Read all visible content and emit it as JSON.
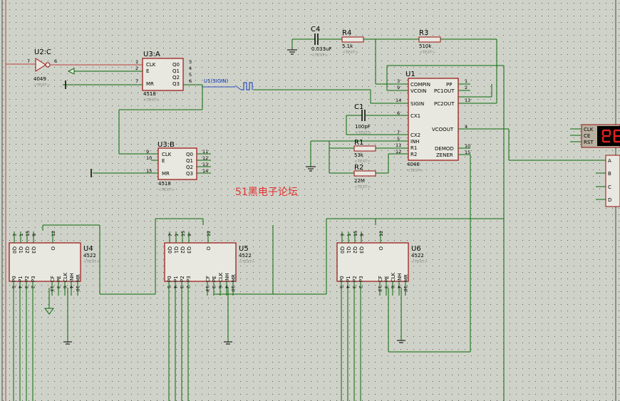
{
  "watermark": "51黑电子论坛",
  "placeholder": "<TEXT>",
  "components": {
    "u2c": {
      "ref": "U2:C",
      "type": "4049",
      "pins": [
        "7",
        "6"
      ]
    },
    "u3a": {
      "ref": "U3:A",
      "type": "4518",
      "pins_left": [
        "CLK",
        "E",
        "MR"
      ],
      "pins_right": [
        "Q0",
        "Q1",
        "Q2",
        "Q3"
      ],
      "pin_nums_left": [
        "1",
        "2",
        "7"
      ],
      "pin_nums_right": [
        "3",
        "4",
        "5",
        "6"
      ]
    },
    "u3b": {
      "ref": "U3:B",
      "type": "4518",
      "pins_left": [
        "CLK",
        "E",
        "MR"
      ],
      "pins_right": [
        "Q0",
        "Q1",
        "Q2",
        "Q3"
      ],
      "pin_nums_left": [
        "9",
        "10",
        "15"
      ],
      "pin_nums_right": [
        "11",
        "12",
        "13",
        "14"
      ]
    },
    "u1": {
      "ref": "U1",
      "type": "4046",
      "pins_left": [
        "COMPIN",
        "VCOIN",
        "SIGIN",
        "CX1",
        "CX2",
        "INH",
        "R1",
        "R2"
      ],
      "pins_right": [
        "PP",
        "PC1OUT",
        "PC2OUT",
        "VCOOUT",
        "DEMOD",
        "ZENER"
      ],
      "pin_nums_left": [
        "3",
        "9",
        "14",
        "6",
        "7",
        "5",
        "11",
        "12"
      ],
      "pin_nums_right": [
        "1",
        "2",
        "13",
        "4",
        "10",
        "15"
      ]
    },
    "c4": {
      "ref": "C4",
      "value": "0.033uF"
    },
    "c1": {
      "ref": "C1",
      "value": "100pF"
    },
    "r4": {
      "ref": "R4",
      "value": "5.1k"
    },
    "r3": {
      "ref": "R3",
      "value": "510k"
    },
    "r1": {
      "ref": "R1",
      "value": "53k"
    },
    "r2": {
      "ref": "R2",
      "value": "22M"
    },
    "signal_label": "U1(SIGIN)",
    "display": {
      "pins": [
        "CLK",
        "CE",
        "RST"
      ]
    },
    "decoder": {
      "pins": [
        "A",
        "B",
        "C",
        "D"
      ]
    },
    "counters": [
      {
        "ref": "U4",
        "type": "4522"
      },
      {
        "ref": "U5",
        "type": "4522"
      },
      {
        "ref": "U6",
        "type": "4522"
      }
    ],
    "counter_pins_top": [
      "7",
      "1",
      "15",
      "9",
      "12"
    ],
    "counter_pins_top_names": [
      "Q0",
      "Q1",
      "Q2",
      "Q3",
      "O"
    ],
    "counter_pins_bottom_names": [
      "P0",
      "P1",
      "P2",
      "P3",
      "CF",
      "PE",
      "CLK",
      "INH",
      "MR"
    ],
    "counter_pins_bottom": [
      "5",
      "4",
      "3",
      "2",
      "13",
      "3",
      "6",
      "4",
      "10"
    ]
  }
}
